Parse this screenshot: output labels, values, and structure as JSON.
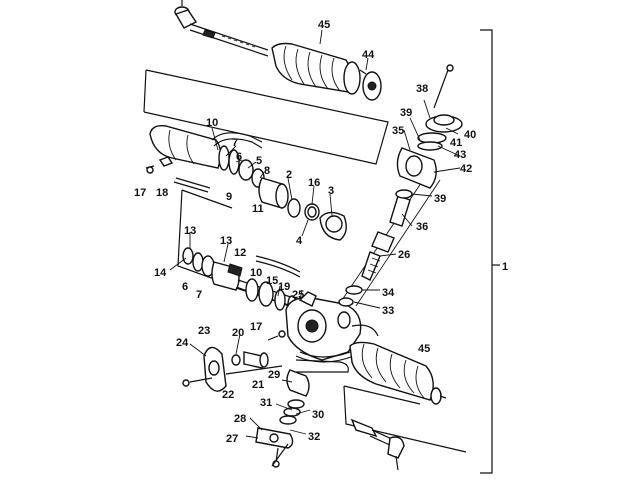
{
  "diagram": {
    "callouts": [
      {
        "id": "c45a",
        "text": "45"
      },
      {
        "id": "c44",
        "text": "44"
      },
      {
        "id": "c38",
        "text": "38"
      },
      {
        "id": "c39a",
        "text": "39"
      },
      {
        "id": "c35",
        "text": "35"
      },
      {
        "id": "c41",
        "text": "41"
      },
      {
        "id": "c40",
        "text": "40"
      },
      {
        "id": "c43",
        "text": "43"
      },
      {
        "id": "c42",
        "text": "42"
      },
      {
        "id": "c39b",
        "text": "39"
      },
      {
        "id": "c36",
        "text": "36"
      },
      {
        "id": "c26",
        "text": "26"
      },
      {
        "id": "c34",
        "text": "34"
      },
      {
        "id": "c33",
        "text": "33"
      },
      {
        "id": "c10a",
        "text": "10"
      },
      {
        "id": "c7a",
        "text": "7"
      },
      {
        "id": "c6a",
        "text": "6"
      },
      {
        "id": "c5",
        "text": "5"
      },
      {
        "id": "c8a",
        "text": "8"
      },
      {
        "id": "c9",
        "text": "9"
      },
      {
        "id": "c2",
        "text": "2"
      },
      {
        "id": "c16",
        "text": "16"
      },
      {
        "id": "c3",
        "text": "3"
      },
      {
        "id": "c11",
        "text": "11"
      },
      {
        "id": "c4",
        "text": "4"
      },
      {
        "id": "c17a",
        "text": "17"
      },
      {
        "id": "c18",
        "text": "18"
      },
      {
        "id": "c13a",
        "text": "13"
      },
      {
        "id": "c13b",
        "text": "13"
      },
      {
        "id": "c12",
        "text": "12"
      },
      {
        "id": "c14",
        "text": "14"
      },
      {
        "id": "c6b",
        "text": "6"
      },
      {
        "id": "c7b",
        "text": "7"
      },
      {
        "id": "c10b",
        "text": "10"
      },
      {
        "id": "c15",
        "text": "15"
      },
      {
        "id": "c19",
        "text": "19"
      },
      {
        "id": "c25",
        "text": "25"
      },
      {
        "id": "c17b",
        "text": "17"
      },
      {
        "id": "c23",
        "text": "23"
      },
      {
        "id": "c20",
        "text": "20"
      },
      {
        "id": "c24",
        "text": "24"
      },
      {
        "id": "c22",
        "text": "22"
      },
      {
        "id": "c21",
        "text": "21"
      },
      {
        "id": "c29",
        "text": "29"
      },
      {
        "id": "c31",
        "text": "31"
      },
      {
        "id": "c30",
        "text": "30"
      },
      {
        "id": "c28",
        "text": "28"
      },
      {
        "id": "c27",
        "text": "27"
      },
      {
        "id": "c32",
        "text": "32"
      },
      {
        "id": "c45b",
        "text": "45"
      },
      {
        "id": "c1",
        "text": "1"
      }
    ]
  }
}
